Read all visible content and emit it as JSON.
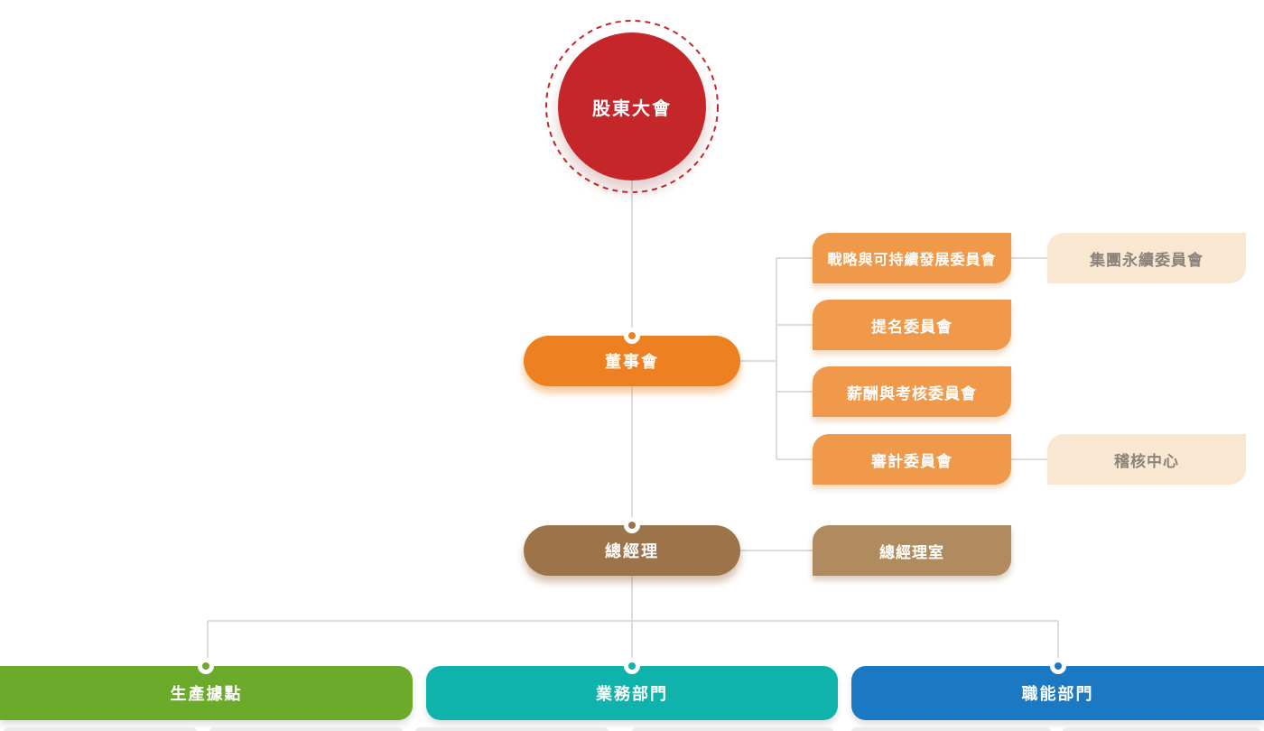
{
  "org_chart": {
    "shareholders": {
      "label": "股東大會",
      "color": "#C5262A"
    },
    "board": {
      "label": "董事會",
      "color": "#ED8122"
    },
    "committees": [
      {
        "label": "戰略與可持續發展委員會",
        "linked_label": "集團永續委員會"
      },
      {
        "label": "提名委員會"
      },
      {
        "label": "薪酬與考核委員會"
      },
      {
        "label": "審計委員會",
        "linked_label": "稽核中心"
      }
    ],
    "committee_color": "#F0994A",
    "affiliate_color": "#FAE7D1",
    "affiliate_text_color": "#8B837B",
    "general_manager": {
      "label": "總經理",
      "color": "#9D744A"
    },
    "gm_office": {
      "label": "總經理室",
      "color": "#B08B60"
    },
    "departments": [
      {
        "label": "生產據點",
        "color": "#6BAA2B"
      },
      {
        "label": "業務部門",
        "color": "#10B3AB"
      },
      {
        "label": "職能部門",
        "color": "#1B79C3"
      }
    ],
    "connector_color": "#DCDCDC",
    "background_color": "#FFFFFF"
  }
}
